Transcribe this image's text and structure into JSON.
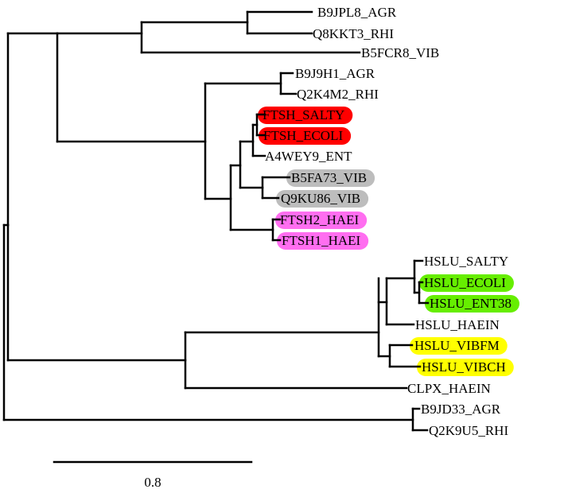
{
  "tree": {
    "tips": [
      {
        "id": "B9JPL8",
        "label": "B9JPL8_AGR",
        "highlight": null
      },
      {
        "id": "Q8KKT3",
        "label": "Q8KKT3_RHI",
        "highlight": null
      },
      {
        "id": "B5FCR8",
        "label": "B5FCR8_VIB",
        "highlight": null
      },
      {
        "id": "B9J9H1",
        "label": "B9J9H1_AGR",
        "highlight": null
      },
      {
        "id": "Q2K4M2",
        "label": "Q2K4M2_RHI",
        "highlight": null
      },
      {
        "id": "FTSH_SALTY",
        "label": "FTSH_SALTY",
        "highlight": "#ff0000"
      },
      {
        "id": "FTSH_ECOLI",
        "label": "FTSH_ECOLI",
        "highlight": "#ff0000"
      },
      {
        "id": "A4WEY9",
        "label": "A4WEY9_ENT",
        "highlight": null
      },
      {
        "id": "B5FA73",
        "label": "B5FA73_VIB",
        "highlight": "#bdbdbd"
      },
      {
        "id": "Q9KU86",
        "label": "Q9KU86_VIB",
        "highlight": "#bdbdbd"
      },
      {
        "id": "FTSH2",
        "label": "FTSH2_HAEI",
        "highlight": "#ff6ef0"
      },
      {
        "id": "FTSH1",
        "label": "FTSH1_HAEI",
        "highlight": "#ff6ef0"
      },
      {
        "id": "HSLU_SALTY",
        "label": "HSLU_SALTY",
        "highlight": null
      },
      {
        "id": "HSLU_ECOLI",
        "label": "HSLU_ECOLI",
        "highlight": "#66ee00"
      },
      {
        "id": "HSLU_ENT38",
        "label": "HSLU_ENT38",
        "highlight": "#66ee00"
      },
      {
        "id": "HSLU_HAEIN",
        "label": "HSLU_HAEIN",
        "highlight": null
      },
      {
        "id": "HSLU_VIBFM",
        "label": "HSLU_VIBFM",
        "highlight": "#ffff00"
      },
      {
        "id": "HSLU_VIBCH",
        "label": "HSLU_VIBCH",
        "highlight": "#ffff00"
      },
      {
        "id": "CLPX_HAEIN",
        "label": "CLPX_HAEIN",
        "highlight": null
      },
      {
        "id": "B9JD33",
        "label": "B9JD33_AGR",
        "highlight": null
      },
      {
        "id": "Q2K9U5",
        "label": "Q2K9U5_RHI",
        "highlight": null
      }
    ]
  },
  "scale_bar": {
    "label": "0.8"
  }
}
